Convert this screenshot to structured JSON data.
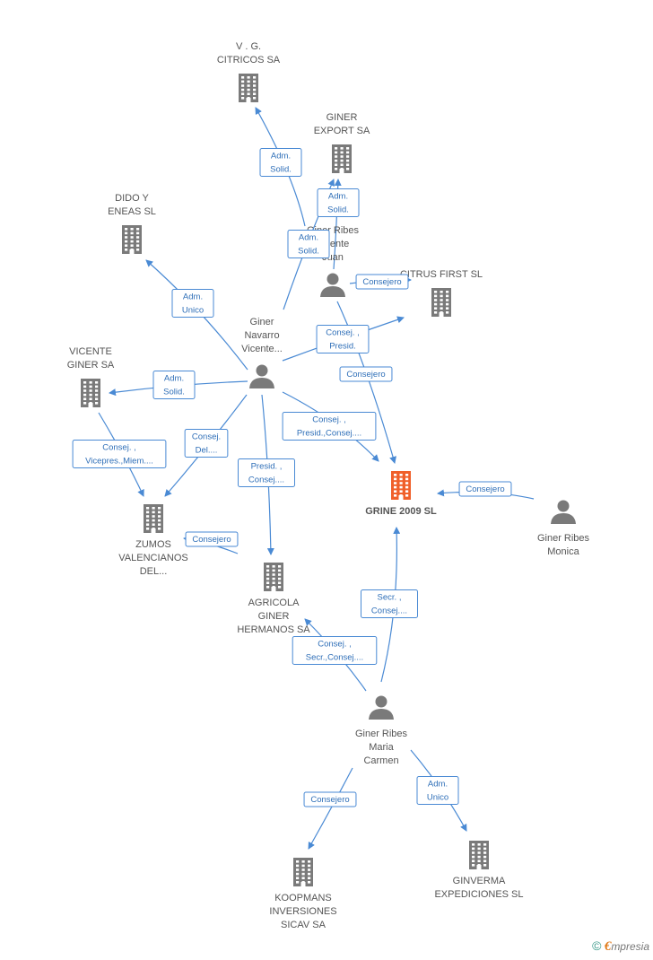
{
  "colors": {
    "edge": "#4a8ad4",
    "company": "#7a7a7a",
    "focus": "#f0602a",
    "person": "#7a7a7a",
    "label": "#555555"
  },
  "nodes": [
    {
      "id": "vg",
      "type": "company",
      "icon": "building-icon",
      "lines": [
        "V . G.",
        "CITRICOS SA"
      ]
    },
    {
      "id": "ginerexport",
      "type": "company",
      "icon": "building-icon",
      "lines": [
        "GINER",
        "EXPORT SA"
      ]
    },
    {
      "id": "dido",
      "type": "company",
      "icon": "building-icon",
      "lines": [
        "DIDO Y",
        "ENEAS  SL"
      ]
    },
    {
      "id": "citrus",
      "type": "company",
      "icon": "building-icon",
      "lines": [
        "CITRUS FIRST SL"
      ]
    },
    {
      "id": "vicente",
      "type": "company",
      "icon": "building-icon",
      "lines": [
        "VICENTE",
        "GINER SA"
      ]
    },
    {
      "id": "grine",
      "type": "focus",
      "icon": "building-icon",
      "lines": [
        "GRINE 2009 SL"
      ]
    },
    {
      "id": "zumos",
      "type": "company",
      "icon": "building-icon",
      "lines": [
        "ZUMOS",
        "VALENCIANOS",
        "DEL..."
      ]
    },
    {
      "id": "agricola",
      "type": "company",
      "icon": "building-icon",
      "lines": [
        "AGRICOLA",
        "GINER",
        "HERMANOS SA"
      ]
    },
    {
      "id": "koopmans",
      "type": "company",
      "icon": "building-icon",
      "lines": [
        "KOOPMANS",
        "INVERSIONES",
        "SICAV SA"
      ]
    },
    {
      "id": "ginverma",
      "type": "company",
      "icon": "building-icon",
      "lines": [
        "GINVERMA",
        "EXPEDICIONES SL"
      ]
    },
    {
      "id": "p_navarro",
      "type": "person",
      "icon": "person-icon",
      "lines": [
        "Giner",
        "Navarro",
        "Vicente..."
      ]
    },
    {
      "id": "p_vicente_juan",
      "type": "person",
      "icon": "person-icon",
      "lines": [
        "Giner Ribes",
        "Vicente",
        "Juan"
      ]
    },
    {
      "id": "p_monica",
      "type": "person",
      "icon": "person-icon",
      "lines": [
        "Giner Ribes",
        "Monica"
      ]
    },
    {
      "id": "p_carmen",
      "type": "person",
      "icon": "person-icon",
      "lines": [
        "Giner Ribes",
        "Maria",
        "Carmen"
      ]
    }
  ],
  "edges": [
    {
      "from": "p_navarro",
      "to": "vg",
      "lines": [
        "Adm.",
        "Solid."
      ]
    },
    {
      "from": "p_vicente_juan",
      "to": "ginerexport",
      "lines": [
        "Adm.",
        "Solid."
      ]
    },
    {
      "from": "p_navarro",
      "to": "ginerexport",
      "lines": [
        "Adm.",
        "Solid."
      ]
    },
    {
      "from": "p_navarro",
      "to": "dido",
      "lines": [
        "Adm.",
        "Unico"
      ]
    },
    {
      "from": "p_vicente_juan",
      "to": "citrus",
      "lines": [
        "Consejero"
      ]
    },
    {
      "from": "p_navarro",
      "to": "citrus",
      "lines": [
        "Consej. ,",
        "Presid."
      ]
    },
    {
      "from": "p_vicente_juan",
      "to": "grine",
      "lines": [
        "Consejero"
      ]
    },
    {
      "from": "p_navarro",
      "to": "vicente",
      "lines": [
        "Adm.",
        "Solid."
      ]
    },
    {
      "from": "p_navarro",
      "to": "grine",
      "lines": [
        "Consej. ,",
        "Presid.,Consej...."
      ]
    },
    {
      "from": "vicente",
      "to": "zumos",
      "lines": [
        "Consej. ,",
        "Vicepres.,Miem...."
      ]
    },
    {
      "from": "p_navarro",
      "to": "zumos",
      "lines": [
        "Consej.",
        "Del...."
      ]
    },
    {
      "from": "p_navarro",
      "to": "agricola",
      "lines": [
        "Presid. ,",
        "Consej...."
      ]
    },
    {
      "from": "p_monica",
      "to": "grine",
      "lines": [
        "Consejero"
      ]
    },
    {
      "from": "agricola",
      "to": "zumos",
      "lines": [
        "Consejero"
      ]
    },
    {
      "from": "p_carmen",
      "to": "grine",
      "lines": [
        "Secr. ,",
        "Consej...."
      ]
    },
    {
      "from": "p_carmen",
      "to": "agricola",
      "lines": [
        "Consej. ,",
        "Secr.,Consej...."
      ]
    },
    {
      "from": "p_carmen",
      "to": "koopmans",
      "lines": [
        "Consejero"
      ]
    },
    {
      "from": "p_carmen",
      "to": "ginverma",
      "lines": [
        "Adm.",
        "Unico"
      ]
    }
  ],
  "footer": {
    "copyright": "©",
    "brand_first": "€",
    "brand_rest": "mpresia"
  }
}
